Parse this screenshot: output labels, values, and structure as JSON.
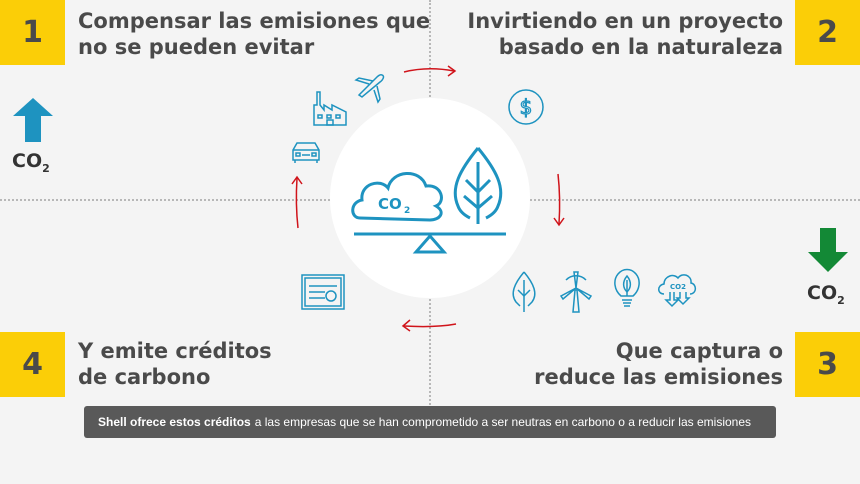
{
  "steps": [
    {
      "number": "1",
      "line1": "Compensar las emisiones que",
      "line2": "no se pueden evitar"
    },
    {
      "number": "2",
      "line1": "Invirtiendo en un proyecto",
      "line2": "basado en la naturaleza"
    },
    {
      "number": "3",
      "line1": "Que captura o",
      "line2": "reduce las emisiones"
    },
    {
      "number": "4",
      "line1": "Y emite créditos",
      "line2": "de carbono"
    }
  ],
  "co2_indicators": {
    "left": {
      "label": "CO",
      "sub": "2",
      "direction": "up",
      "color": "#1e93c0"
    },
    "right": {
      "label": "CO",
      "sub": "2",
      "direction": "down",
      "color": "#138936"
    }
  },
  "center": {
    "cloud_label": "CO",
    "cloud_sub": "2"
  },
  "icons": {
    "emission_sources": [
      "car-icon",
      "factory-icon",
      "airplane-icon"
    ],
    "investment": [
      "dollar-coin-icon"
    ],
    "capture": [
      "leaf-icon",
      "wind-turbine-icon",
      "lightbulb-leaf-icon",
      "co2-cloud-down-icon"
    ],
    "credits": [
      "certificate-icon"
    ],
    "small_cloud_label": "CO2"
  },
  "banner": {
    "bold": "Shell ofrece estos créditos",
    "text": "a las empresas que se han comprometido a ser neutras en carbono o a reducir las emisiones"
  },
  "colors": {
    "accent_yellow": "#fbce07",
    "icon_blue": "#1e93c0",
    "arrow_red": "#d0141b",
    "text_dark": "#4a4a4a"
  }
}
